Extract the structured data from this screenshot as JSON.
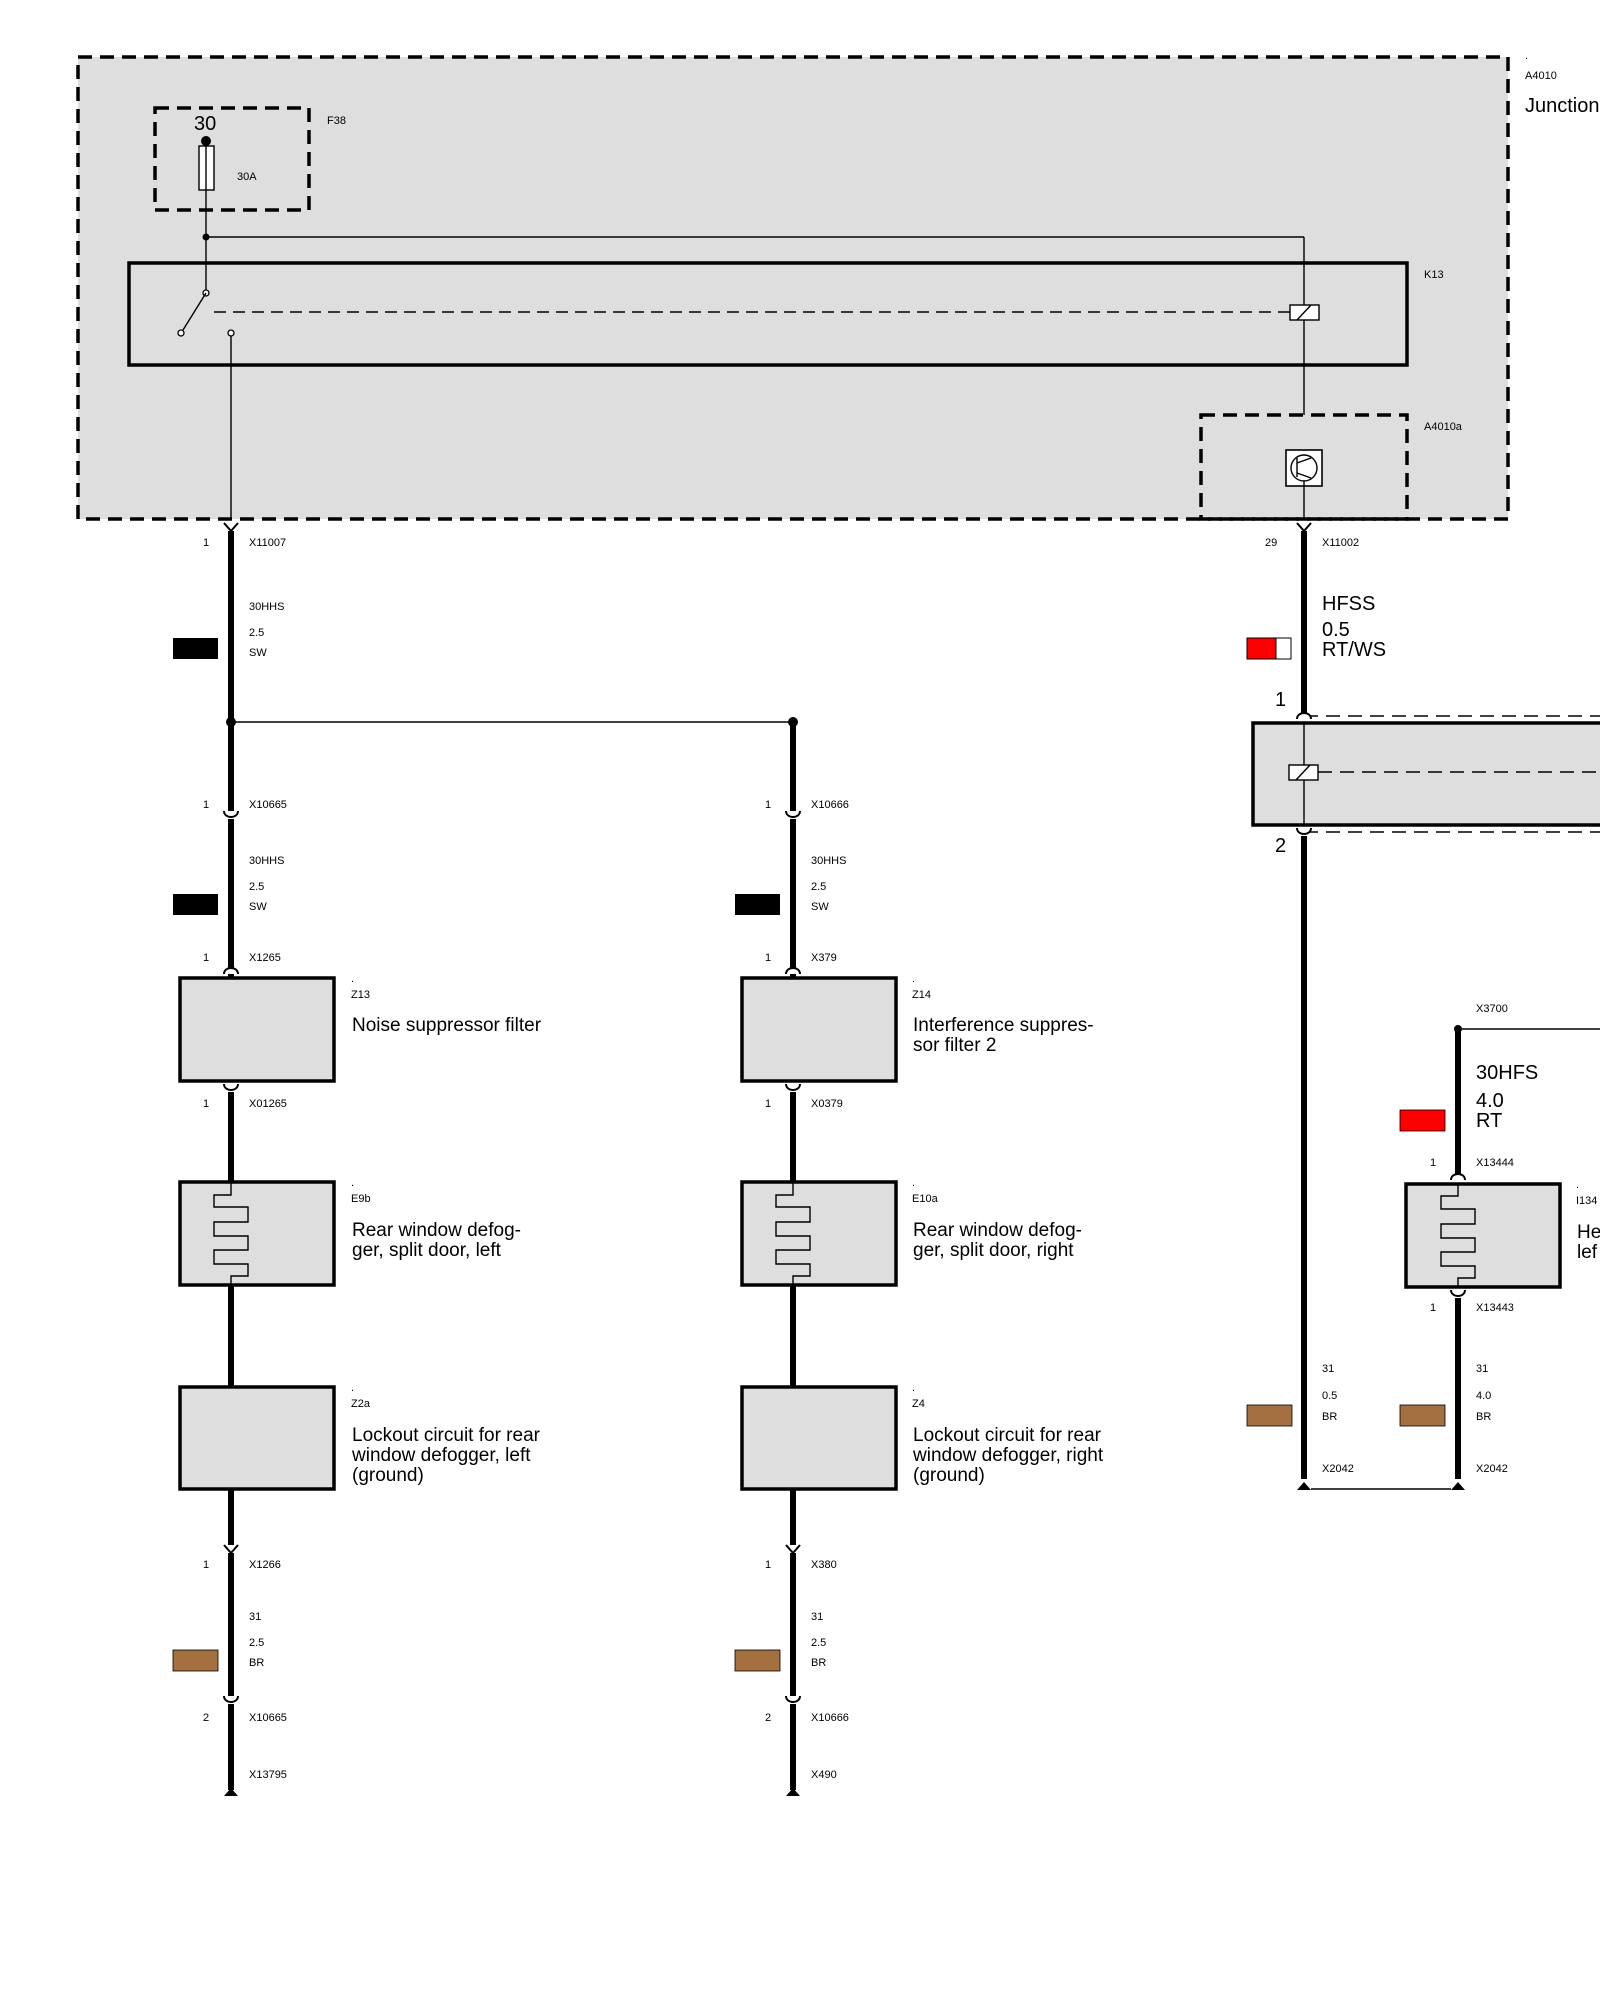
{
  "junction_box": {
    "id_dot": ".",
    "id": "A4010",
    "name": "Junction",
    "fuse": {
      "id": "F38",
      "terminal": "30",
      "rating": "30A"
    },
    "relay": {
      "id": "K13"
    },
    "module": {
      "id": "A4010a"
    },
    "pin_left": "1",
    "conn_left": "X11007",
    "pin_right": "29",
    "conn_right": "X11002"
  },
  "main_wire": {
    "circuit": "30HHS",
    "size": "2.5",
    "color": "SW"
  },
  "hfss_wire": {
    "circuit": "HFSS",
    "size": "0.5",
    "color": "RT/WS"
  },
  "right_relay": {
    "pin_top": "1",
    "pin_bottom": "2"
  },
  "left_branch": {
    "pin_a": "1",
    "conn_a": "X10665",
    "wire": {
      "circuit": "30HHS",
      "size": "2.5",
      "color": "SW"
    },
    "pin_b": "1",
    "conn_b": "X1265",
    "filter": {
      "dot": ".",
      "id": "Z13",
      "name_line1": "Noise suppressor filter"
    },
    "pin_c": "1",
    "conn_c": "X01265",
    "heater": {
      "dot": ".",
      "id": "E9b",
      "name_line1": "Rear window defog-",
      "name_line2": "ger, split door, left"
    },
    "lockout": {
      "dot": ".",
      "id": "Z2a",
      "name_line1": "Lockout circuit for rear",
      "name_line2": "window defogger, left",
      "name_line3": "(ground)"
    },
    "pin_d": "1",
    "conn_d": "X1266",
    "ground_wire": {
      "circuit": "31",
      "size": "2.5",
      "color": "BR"
    },
    "pin_e": "2",
    "conn_e": "X10665",
    "ground": "X13795"
  },
  "right_branch": {
    "pin_a": "1",
    "conn_a": "X10666",
    "wire": {
      "circuit": "30HHS",
      "size": "2.5",
      "color": "SW"
    },
    "pin_b": "1",
    "conn_b": "X379",
    "filter": {
      "dot": ".",
      "id": "Z14",
      "name_line1": "Interference suppres-",
      "name_line2": "sor filter 2"
    },
    "pin_c": "1",
    "conn_c": "X0379",
    "heater": {
      "dot": ".",
      "id": "E10a",
      "name_line1": "Rear window defog-",
      "name_line2": "ger, split door, right"
    },
    "lockout": {
      "dot": ".",
      "id": "Z4",
      "name_line1": "Lockout circuit for rear",
      "name_line2": "window defogger, right",
      "name_line3": "(ground)"
    },
    "pin_d": "1",
    "conn_d": "X380",
    "ground_wire": {
      "circuit": "31",
      "size": "2.5",
      "color": "BR"
    },
    "pin_e": "2",
    "conn_e": "X10666",
    "ground": "X490"
  },
  "far_right": {
    "splice": "X3700",
    "wire_hfs": {
      "circuit": "30HFS",
      "size": "4.0",
      "color": "RT"
    },
    "pin_top": "1",
    "conn_top": "X13444",
    "heater": {
      "dot": ".",
      "id": "I134",
      "name_line1": "He",
      "name_line2": "lef"
    },
    "pin_bottom": "1",
    "conn_bottom": "X13443",
    "gnd_wire_a": {
      "circuit": "31",
      "size": "0.5",
      "color": "BR"
    },
    "gnd_wire_b": {
      "circuit": "31",
      "size": "4.0",
      "color": "BR"
    },
    "ground_a": "X2042",
    "ground_b": "X2042"
  },
  "colors": {
    "black": "#000000",
    "red": "#ff0000",
    "brown": "#a4703f",
    "box_fill": "#dedede"
  }
}
